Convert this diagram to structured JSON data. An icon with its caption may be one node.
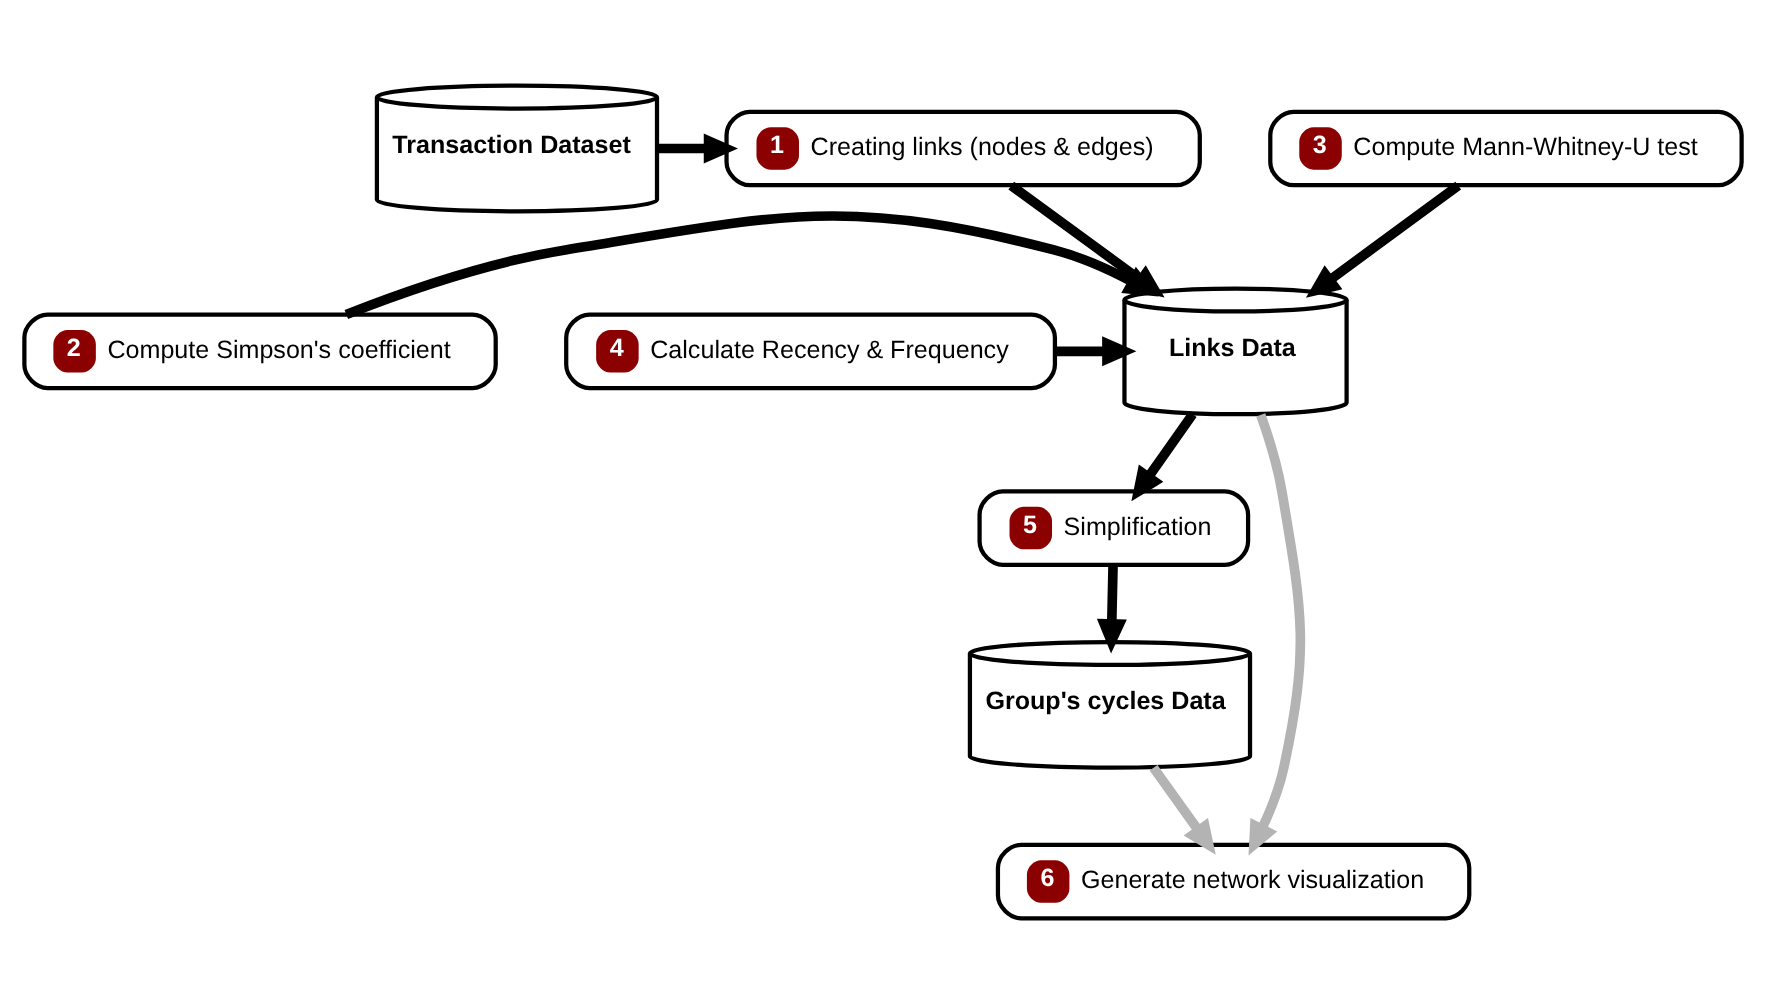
{
  "diagram": {
    "nodes": [
      {
        "text": [
          "Transaction Dataset"
        ]
      },
      {
        "text": [
          "1",
          "Creating links (nodes & edges)"
        ]
      },
      {
        "text": [
          "Links Data"
        ]
      },
      {
        "text": [
          "2",
          "Compute Simpson's coefficient"
        ]
      },
      {
        "text": [
          "3",
          "Compute Mann-Whitney-U test"
        ]
      },
      {
        "text": [
          "4",
          "Calculate Recency & Frequency"
        ]
      },
      {
        "text": [
          "5",
          "Simplification"
        ]
      },
      {
        "text": [
          "Group's cycles Data"
        ]
      },
      {
        "text": [
          "6",
          "Generate network visualization"
        ]
      }
    ],
    "edges": [
      {
        "from": 0,
        "to": 1,
        "arrow": "to"
      },
      {
        "from": 1,
        "to": 2,
        "arrow": "to"
      },
      {
        "from": 3,
        "to": 2,
        "arrow": "to"
      },
      {
        "from": 4,
        "to": 2,
        "arrow": "to"
      },
      {
        "from": 5,
        "to": 2,
        "arrow": "to"
      },
      {
        "from": 2,
        "to": 6,
        "arrow": "to"
      },
      {
        "from": 6,
        "to": 7,
        "arrow": "to"
      },
      {
        "from": 2,
        "to": 8,
        "arrow": "to",
        "color": "#b3b3b3"
      },
      {
        "from": 7,
        "to": 8,
        "arrow": "to",
        "color": "#b3b3b3"
      }
    ]
  }
}
